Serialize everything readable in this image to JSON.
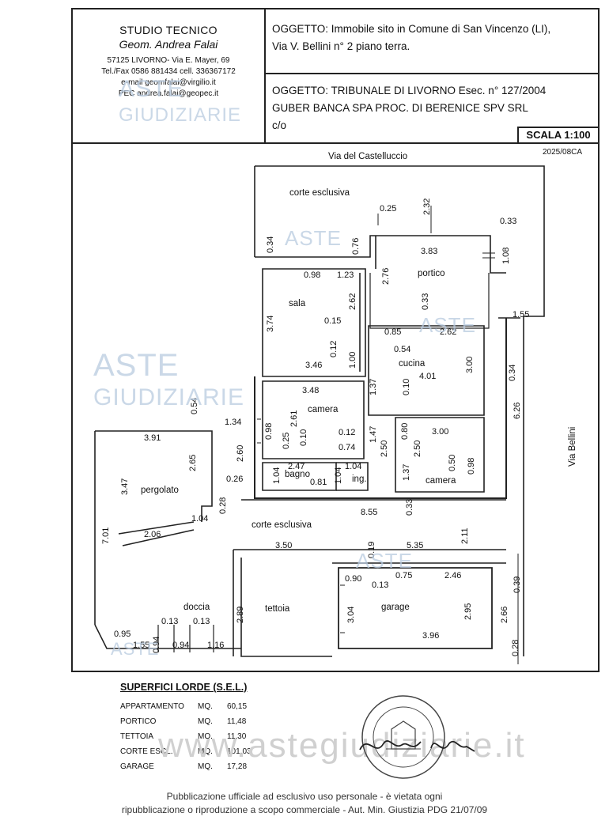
{
  "header": {
    "studio": "STUDIO TECNICO",
    "geom": "Geom. Andrea Falai",
    "address": "57125 LIVORNO- Via E. Mayer, 69",
    "phone": "Tel./Fax 0586 881434     cell. 336367172",
    "email": "e-mail geomfalai@virgilio.it",
    "pec": "PEC andrea.falai@geopec.it",
    "oggetto1_line1": "OGGETTO: Immobile sito in Comune di San Vincenzo  (LI),",
    "oggetto1_line2": "Via V. Bellini n° 2 piano terra.",
    "oggetto2_line1": "OGGETTO: TRIBUNALE DI LIVORNO Esec. n° 127/2004",
    "oggetto2_line2": "GUBER BANCA SPA PROC. DI BERENICE SPV SRL",
    "oggetto2_line3": "c/o",
    "scale": "SCALA 1:100",
    "code": "2025/08CA"
  },
  "plan": {
    "streets": {
      "top": "Via del Castelluccio",
      "right": "Via Bellini"
    },
    "rooms": {
      "corte_top": "corte esclusiva",
      "portico": "portico",
      "sala": "sala",
      "cucina": "cucina",
      "camera1": "camera",
      "camera2": "camera",
      "bagno": "bagno",
      "ing": "ing.",
      "pergolato": "pergolato",
      "corte_mid": "corte esclusiva",
      "tettoia": "tettoia",
      "garage": "garage",
      "doccia": "doccia"
    },
    "dims": {
      "d025": "0.25",
      "d232": "2.32",
      "d033a": "0.33",
      "d034a": "0.34",
      "d076": "0.76",
      "d383": "3.83",
      "d108": "1.08",
      "d276": "2.76",
      "d098a": "0.98",
      "d123": "1.23",
      "d374": "3.74",
      "d262a": "2.62",
      "d033b": "0.33",
      "d015": "0.15",
      "d085": "0.85",
      "d262b": "2.62",
      "d155": "1.55",
      "d054a": "0.54",
      "d012a": "0.12",
      "d100": "1.00",
      "d346": "3.46",
      "d401": "4.01",
      "d300a": "3.00",
      "d034b": "0.34",
      "d348": "3.48",
      "d137a": "1.37",
      "d010a": "0.10",
      "d626": "6.26",
      "d054b": "0.54",
      "d134": "1.34",
      "d261": "2.61",
      "d391": "3.91",
      "d098b": "0.98",
      "d025b": "0.25",
      "d010b": "0.10",
      "d012b": "0.12",
      "d147": "1.47",
      "d080": "0.80",
      "d300b": "3.00",
      "d260": "2.60",
      "d074": "0.74",
      "d250a": "2.50",
      "d250b": "2.50",
      "d265": "2.65",
      "d347": "3.47",
      "d247": "2.47",
      "d104a": "1.04",
      "d104b": "1.04",
      "d104c": "1.04",
      "d137b": "1.37",
      "d050": "0.50",
      "d098c": "0.98",
      "d026": "0.26",
      "d081": "0.81",
      "d028a": "0.28",
      "d855": "8.55",
      "d033c": "0.33",
      "d701": "7.01",
      "d206": "2.06",
      "d104d": "1.04",
      "d211": "2.11",
      "d350": "3.50",
      "d019": "0.19",
      "d535": "5.35",
      "d090": "0.90",
      "d013a": "0.13",
      "d075": "0.75",
      "d246": "2.46",
      "d039": "0.39",
      "d289": "2.89",
      "d304": "3.04",
      "d295": "2.95",
      "d266": "2.66",
      "d013b": "0.13",
      "d013c": "0.13",
      "d095": "0.95",
      "d396": "3.96",
      "d028b": "0.28",
      "d155b": "1.55",
      "d094a": "0.94",
      "d094b": "0.94",
      "d116": "1.16"
    }
  },
  "superfici": {
    "title": "SUPERFICI LORDE (S.E.L.)",
    "rows": [
      {
        "label": "APPARTAMENTO",
        "unit": "MQ.",
        "value": "60,15"
      },
      {
        "label": "PORTICO",
        "unit": "MQ.",
        "value": "11,48"
      },
      {
        "label": "TETTOIA",
        "unit": "MQ.",
        "value": "11,30"
      },
      {
        "label": "CORTE ESCL.",
        "unit": "MQ.",
        "value": "101,03"
      },
      {
        "label": "GARAGE",
        "unit": "MQ.",
        "value": "17,28"
      }
    ]
  },
  "watermarks": {
    "aste": "ASTE",
    "giudiziarie": "GIUDIZIARIE",
    "site": "www.astegiudiziarie.it"
  },
  "footer": {
    "line1": "Pubblicazione ufficiale ad esclusivo uso personale - è vietata ogni",
    "line2": "ripubblicazione o riproduzione a scopo commerciale - Aut. Min. Giustizia PDG 21/07/09"
  }
}
